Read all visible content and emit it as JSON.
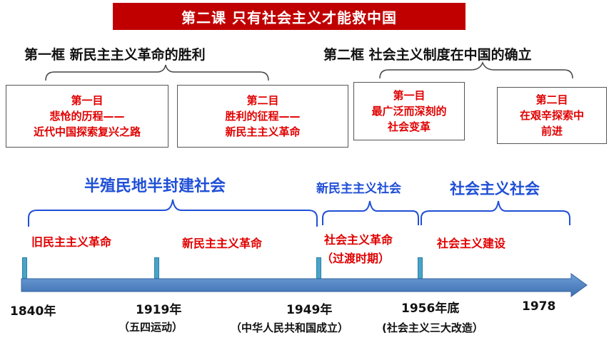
{
  "title": "第二课    只有社会主义才能救中国",
  "frames": [
    {
      "title": "第一框  新民主主义革命的胜利"
    },
    {
      "title": "第二框  社会主义制度在中国的确立"
    }
  ],
  "boxes": [
    {
      "lines": [
        "第一目",
        "悲怆的历程——",
        "近代中国探索复兴之路"
      ]
    },
    {
      "lines": [
        "第二目",
        "胜利的征程——",
        "新民主主义革命"
      ]
    },
    {
      "lines": [
        "第一目",
        "最广泛而深刻的",
        "社会变革"
      ]
    },
    {
      "lines": [
        "第二目",
        "在艰辛探索中",
        "前进"
      ]
    }
  ],
  "periods": {
    "semi": "半殖民地半封建社会",
    "newdem": "新民主主义社会",
    "socialist": "社会主义社会"
  },
  "revolutions": {
    "old": "旧民主主义革命",
    "new": "新民主主义革命",
    "socialist_line1": "社会主义革命",
    "socialist_line2": "（过渡时期）",
    "construction": "社会主义建设"
  },
  "years": {
    "y1840": "1840年",
    "y1919": "1919年",
    "y1949": "1949年",
    "y1956": "1956年底",
    "y1978": "1978"
  },
  "notes": {
    "n1919": "（五四运动）",
    "n1949": "（中华人民共和国成立）",
    "n1956": "(社会主义三大改造）"
  },
  "colors": {
    "title_bg": "#c00000",
    "red_text": "#e00000",
    "blue_text": "#1f4fd6",
    "arrow": "#4f81bd"
  }
}
